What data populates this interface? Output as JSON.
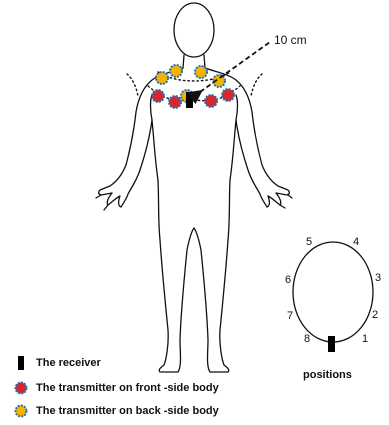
{
  "distance_label": "10 cm",
  "legend": {
    "receiver": "The receiver",
    "front": "The transmitter on front -side body",
    "back": "The transmitter on back -side body"
  },
  "positions": {
    "caption": "positions",
    "labels": [
      "1",
      "2",
      "3",
      "4",
      "5",
      "6",
      "7",
      "8"
    ]
  },
  "colors": {
    "front_fill": "#d9262b",
    "back_fill": "#f5b400",
    "marker_ring": "#2a6fb0",
    "receiver": "#000000",
    "outline": "#111111"
  }
}
